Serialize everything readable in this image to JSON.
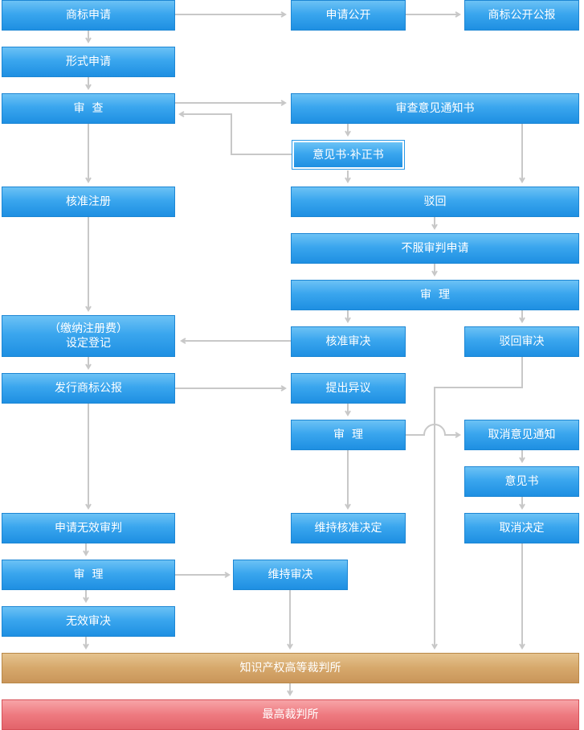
{
  "colors": {
    "box_blue": "#2a98e6",
    "box_court": "#d6a86b",
    "box_supreme": "#ee7a80",
    "connector": "#c8c8c8"
  },
  "nodes": {
    "apply": "商标申请",
    "publish_application": "申请公开",
    "publication_gazette": "商标公开公报",
    "formal_application": "形式申请",
    "examination": "审  查",
    "exam_notice": "审查意见通知书",
    "opinion_amendment": "意见书·补正书",
    "approve_registration": "核准注册",
    "rejection": "驳回",
    "appeal_request": "不服审判申请",
    "appeal_hearing": "审  理",
    "fee_registration_line1": "（缴纳注册费）",
    "fee_registration_line2": "设定登记",
    "approve_decision": "核准审决",
    "reject_decision": "驳回审决",
    "publish_gazette": "发行商标公报",
    "opposition": "提出异议",
    "opposition_hearing": "审  理",
    "cancel_notice": "取消意见通知",
    "opinion": "意见书",
    "invalidation_request": "申请无效审判",
    "maintain_approval": "维持核准决定",
    "cancel_decision": "取消决定",
    "invalidation_hearing": "审  理",
    "maintain_decision": "维持审决",
    "invalid_decision": "无效审决",
    "ip_high_court": "知识产权高等裁判所",
    "supreme_court": "最高裁判所"
  }
}
